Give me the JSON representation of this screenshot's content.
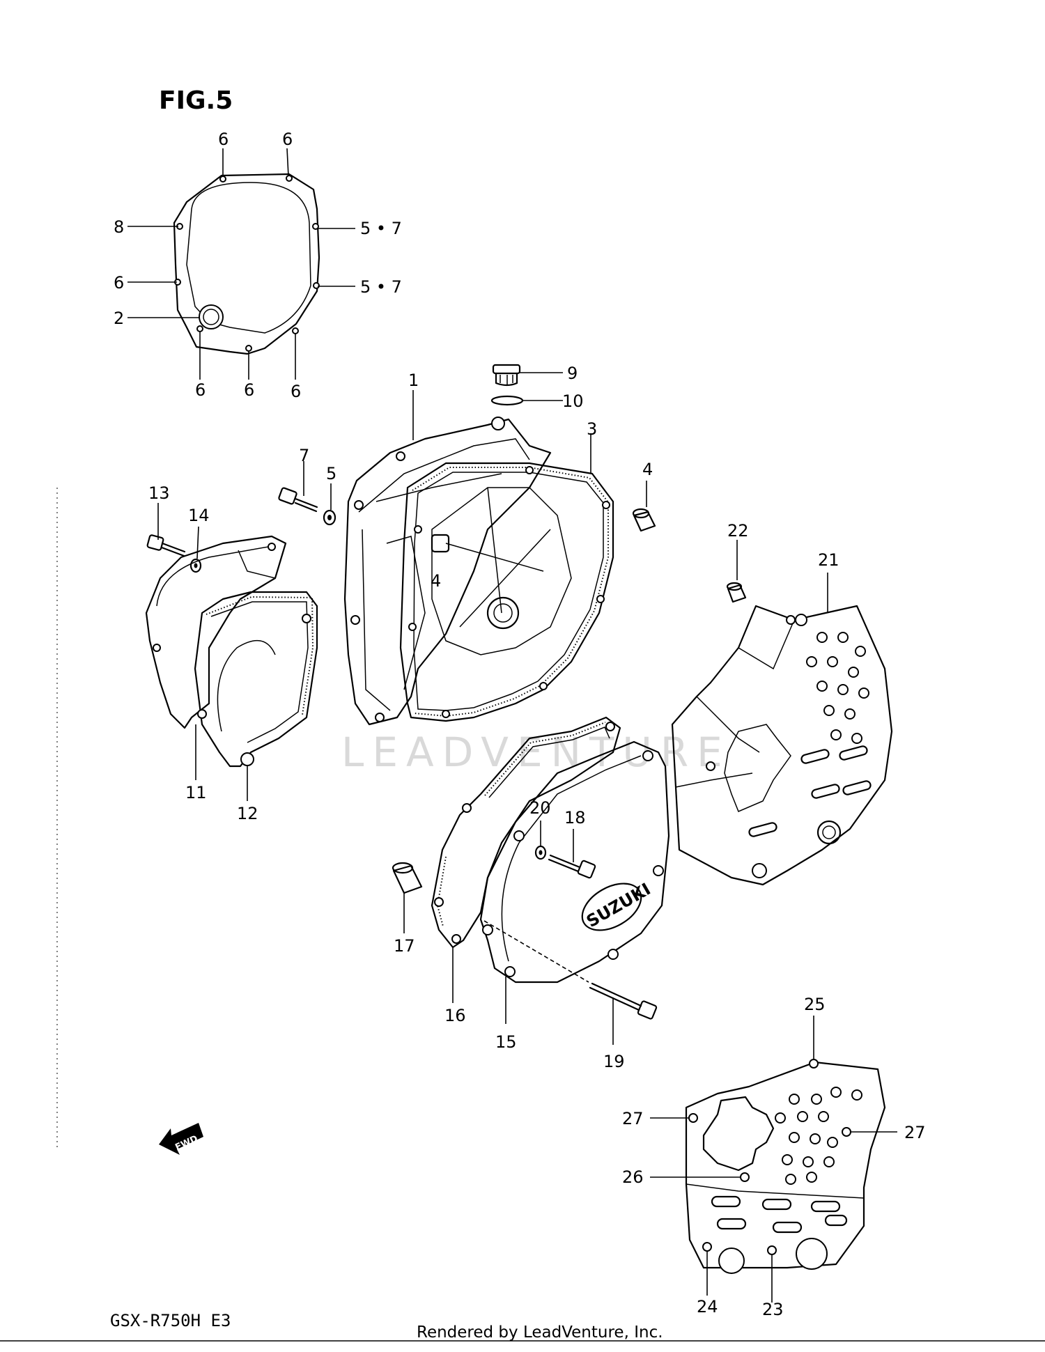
{
  "figure": {
    "title": "FIG.5",
    "model": "GSX-R750H  E3",
    "footer": "Rendered by LeadVenture, Inc.",
    "watermark": "LEADVENTURE",
    "fwd_label": "FWD",
    "logo_text": "SUZUKI"
  },
  "callouts": [
    {
      "key": "c6a",
      "text": "6"
    },
    {
      "key": "c6b",
      "text": "6"
    },
    {
      "key": "c8",
      "text": "8"
    },
    {
      "key": "c57a",
      "text": "5 • 7"
    },
    {
      "key": "c6c",
      "text": "6"
    },
    {
      "key": "c57b",
      "text": "5 • 7"
    },
    {
      "key": "c2",
      "text": "2"
    },
    {
      "key": "c6d",
      "text": "6"
    },
    {
      "key": "c6e",
      "text": "6"
    },
    {
      "key": "c6f",
      "text": "6"
    },
    {
      "key": "c1",
      "text": "1"
    },
    {
      "key": "c9",
      "text": "9"
    },
    {
      "key": "c10",
      "text": "10"
    },
    {
      "key": "c3",
      "text": "3"
    },
    {
      "key": "c7",
      "text": "7"
    },
    {
      "key": "c5",
      "text": "5"
    },
    {
      "key": "c4a",
      "text": "4"
    },
    {
      "key": "c4b",
      "text": "4"
    },
    {
      "key": "c13",
      "text": "13"
    },
    {
      "key": "c14",
      "text": "14"
    },
    {
      "key": "c22",
      "text": "22"
    },
    {
      "key": "c21",
      "text": "21"
    },
    {
      "key": "c11",
      "text": "11"
    },
    {
      "key": "c12",
      "text": "12"
    },
    {
      "key": "c20",
      "text": "20"
    },
    {
      "key": "c18",
      "text": "18"
    },
    {
      "key": "c17",
      "text": "17"
    },
    {
      "key": "c16",
      "text": "16"
    },
    {
      "key": "c15",
      "text": "15"
    },
    {
      "key": "c19",
      "text": "19"
    },
    {
      "key": "c25",
      "text": "25"
    },
    {
      "key": "c27a",
      "text": "27"
    },
    {
      "key": "c27b",
      "text": "27"
    },
    {
      "key": "c26",
      "text": "26"
    },
    {
      "key": "c24",
      "text": "24"
    },
    {
      "key": "c23",
      "text": "23"
    }
  ]
}
